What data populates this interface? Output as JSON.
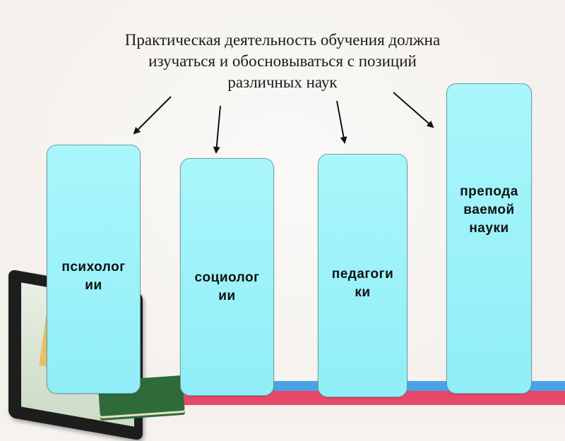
{
  "title": "Практическая деятельность обучения должна\nизучаться и обосновываться с позиций\nразличных наук",
  "boxes": [
    {
      "label": "психолог\nии"
    },
    {
      "label": "социолог\nии"
    },
    {
      "label": "педагоги\nки"
    },
    {
      "label": "препода\nваемой\nнауки"
    }
  ],
  "colors": {
    "box_fill": "#9ff2f8",
    "box_border": "#6e9fa6",
    "arrow": "#111111",
    "stripe_blue": "#4aa3e6",
    "stripe_red": "#e64868"
  }
}
